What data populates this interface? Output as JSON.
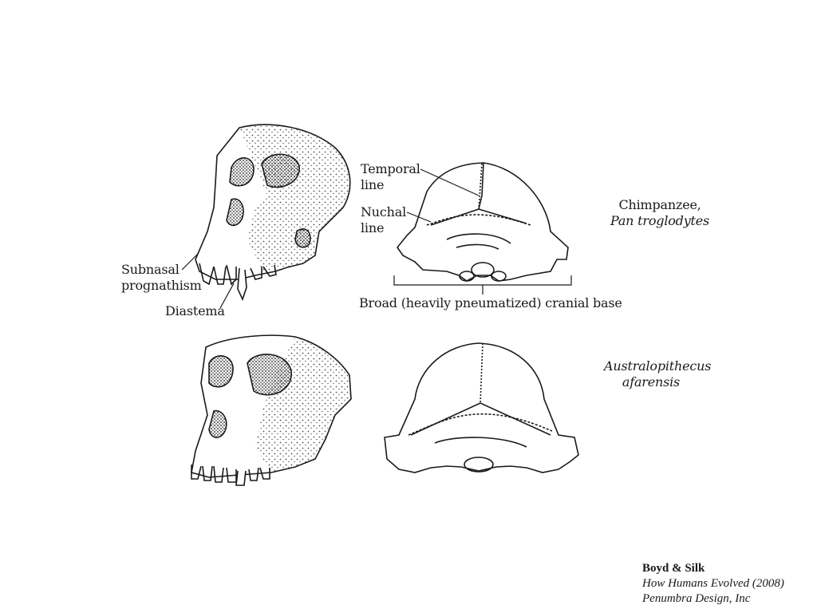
{
  "labels": {
    "temporal_line": [
      "Temporal",
      "line"
    ],
    "nuchal_line": [
      "Nuchal",
      "line"
    ],
    "subnasal": [
      "Subnasal",
      "prognathism"
    ],
    "diastema": "Diastema",
    "cranial_base": "Broad (heavily pneumatized) cranial base"
  },
  "species": {
    "chimp_common": "Chimpanzee,",
    "chimp_latin": "Pan troglodytes",
    "afarensis": [
      "Australopithecus",
      "afarensis"
    ]
  },
  "credit": {
    "authors": "Boyd & Silk",
    "book": "How Humans Evolved (2008)",
    "publisher": "Penumbra Design, Inc"
  },
  "colors": {
    "ink": "#1a1a1a",
    "background": "#ffffff"
  }
}
